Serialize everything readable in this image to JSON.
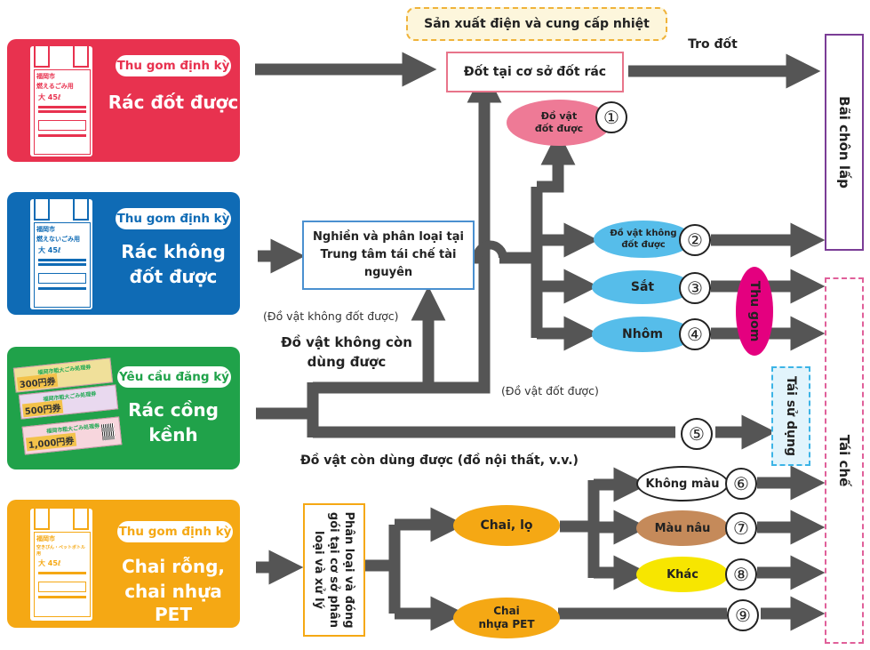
{
  "categories": [
    {
      "tag": "Thu gom định kỳ",
      "title": "Rác đốt được",
      "color": "#e8324f"
    },
    {
      "tag": "Thu gom định kỳ",
      "title_line1": "Rác không",
      "title_line2": "đốt được",
      "color": "#0f6bb5"
    },
    {
      "tag": "Yêu cầu đăng ký",
      "title_line1": "Rác cồng",
      "title_line2": "kềnh",
      "color": "#20a24a"
    },
    {
      "tag": "Thu gom định kỳ",
      "title_line1": "Chai rỗng,",
      "title_line2": "chai nhựa PET",
      "color": "#f5a814"
    }
  ],
  "bags": {
    "bag1_city": "福岡市",
    "bag1_text": "燃えるごみ用",
    "bag1_size": "大 45ℓ",
    "bag2_city": "福岡市",
    "bag2_text": "燃えないごみ用",
    "bag2_size": "大 45ℓ",
    "bag4_city": "福岡市",
    "bag4_text": "空きびん・ペットボトル用",
    "bag4_size": "大 45ℓ"
  },
  "tickets": {
    "header": "福岡市粗大ごみ処理券",
    "t300": "300円券",
    "t500": "500円券",
    "t1000": "1,000円券"
  },
  "top_note": "Sản xuất điện và cung cấp nhiệt",
  "incinerator": "Đốt tại cơ sở đốt rác",
  "ash": "Tro đốt",
  "landfill": "Bãi chôn lấp",
  "recycling": "Tái chế",
  "reuse": "Tái sử dụng",
  "collect": "Thu gom",
  "crusher": {
    "l1": "Nghiền và phân loại tại",
    "l2": "Trung tâm tái chế tài",
    "l3": "nguyên"
  },
  "sorting": {
    "l1": "Phân loại và đóng",
    "l2": "gói tại cơ sở phân",
    "l3": "loại và xử lý"
  },
  "outputs": {
    "o1_l1": "Đồ vật",
    "o1_l2": "đốt được",
    "o2_l1": "Đồ vật không",
    "o2_l2": "đốt được",
    "o3": "Sắt",
    "o4": "Nhôm",
    "bottles": "Chai, lọ",
    "pet_l1": "Chai",
    "pet_l2": "nhựa PET",
    "clear": "Không màu",
    "brown": "Màu nâu",
    "other": "Khác"
  },
  "numbers": [
    "①",
    "②",
    "③",
    "④",
    "⑤",
    "⑥",
    "⑦",
    "⑧",
    "⑨"
  ],
  "labels": {
    "noncomb_paren": "(Đồ vật không đốt được)",
    "unusable_l1": "Đồ vật không còn",
    "unusable_l2": "dùng được",
    "comb_paren": "(Đồ vật đốt được)",
    "usable": "Đồ vật còn dùng được (đồ nội thất, v.v.)"
  }
}
